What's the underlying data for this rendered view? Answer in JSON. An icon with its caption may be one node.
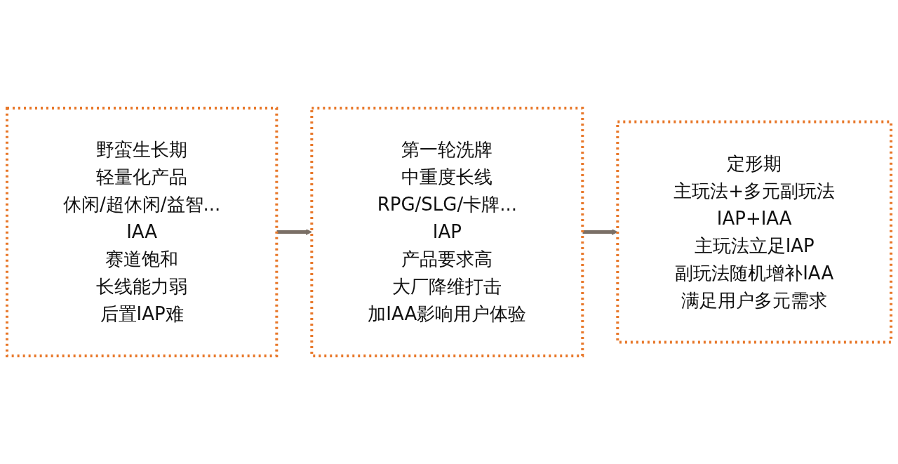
{
  "diagram": {
    "nodes": [
      {
        "text": [
          "野蛮生长期",
          "轻量化产品",
          "休闲/超休闲/益智...",
          "IAA",
          "赛道饱和",
          "长线能力弱",
          "后置IAP难"
        ]
      },
      {
        "text": [
          "第一轮洗牌",
          "中重度长线",
          "RPG/SLG/卡牌...",
          "IAP",
          "产品要求高",
          "大厂降维打击",
          "加IAA影响用户体验"
        ]
      },
      {
        "text": [
          "定形期",
          "主玩法+多元副玩法",
          "IAP+IAA",
          "主玩法立足IAP",
          "副玩法随机增补IAA",
          "满足用户多元需求"
        ]
      }
    ],
    "edges": [
      {
        "from": 0,
        "to": 1,
        "arrow": "to"
      },
      {
        "from": 1,
        "to": 2,
        "arrow": "to"
      }
    ]
  }
}
